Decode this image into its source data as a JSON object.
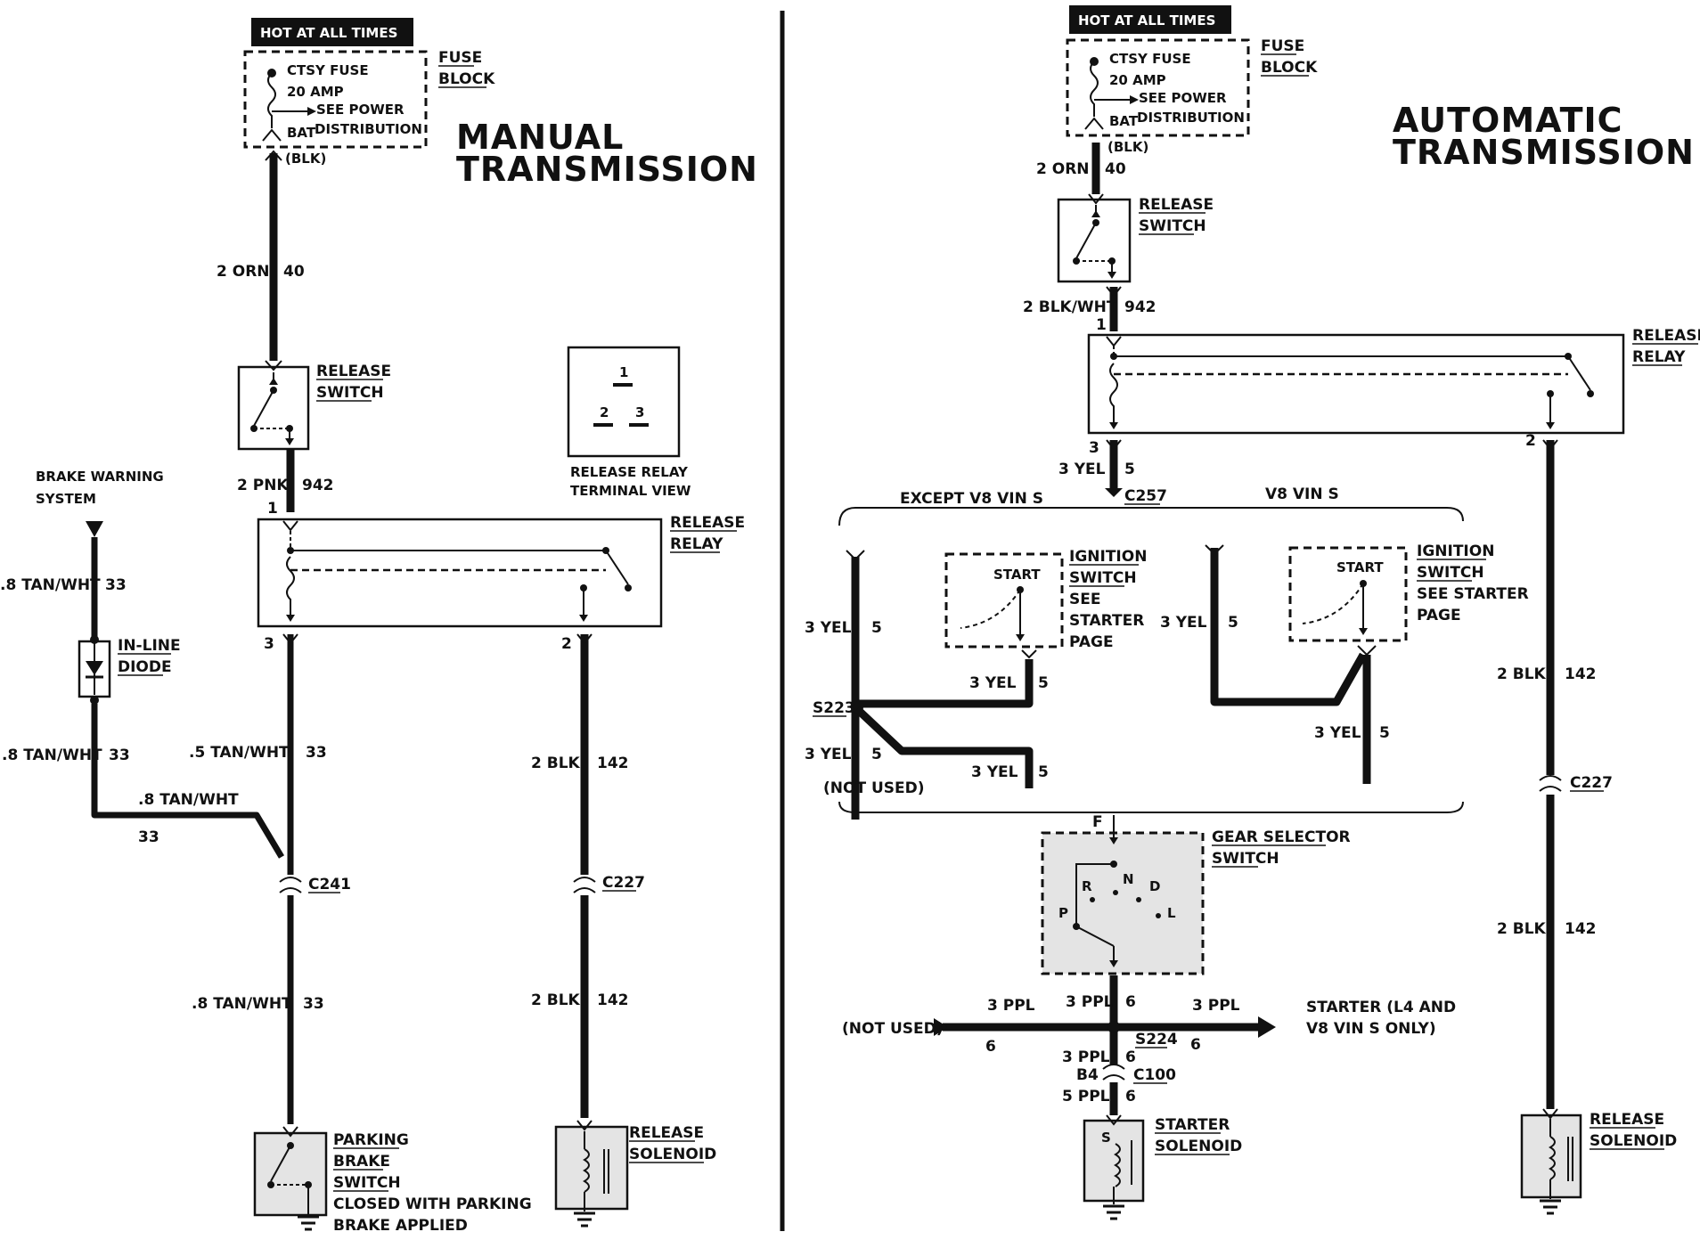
{
  "manual": {
    "title_line1": "MANUAL",
    "title_line2": "TRANSMISSION",
    "hot": "HOT AT ALL TIMES",
    "fuse_name": "CTSY FUSE",
    "fuse_amp": "20 AMP",
    "see_power": "SEE POWER",
    "bat": "BAT",
    "distribution": "DISTRIBUTION",
    "fuse_block_1": "FUSE",
    "fuse_block_2": "BLOCK",
    "blk": "(BLK)",
    "w1_color": "2 ORN",
    "w1_circuit": "40",
    "release_switch_1": "RELEASE",
    "release_switch_2": "SWITCH",
    "w2_color": "2 PNK",
    "w2_circuit": "942",
    "pin1": "1",
    "relay_1": "RELEASE",
    "relay_2": "RELAY",
    "pin3": "3",
    "pin2": "2",
    "tv_p1": "1",
    "tv_p2": "2",
    "tv_p3": "3",
    "tv_caption1": "RELEASE RELAY",
    "tv_caption2": "TERMINAL VIEW",
    "brake_warning_1": "BRAKE WARNING",
    "brake_warning_2": "SYSTEM",
    "bw_color_a": ".8 TAN/WHT",
    "bw_circuit_a": "33",
    "diode_1": "IN-LINE",
    "diode_2": "DIODE",
    "bw_color_b": ".8 TAN/WHT",
    "bw_circuit_b": "33",
    "bw_color_c": ".8 TAN/WHT",
    "bw_circuit_c": "33",
    "w3_color": ".5 TAN/WHT",
    "w3_circuit": "33",
    "c241": "C241",
    "w4_color": ".8 TAN/WHT",
    "w4_circuit": "33",
    "pbs_1": "PARKING",
    "pbs_2": "BRAKE",
    "pbs_3": "SWITCH",
    "pbs_4": "CLOSED WITH PARKING",
    "pbs_5": "BRAKE APPLIED",
    "w5_color": "2 BLK",
    "w5_circuit": "142",
    "c227": "C227",
    "w6_color": "2 BLK",
    "w6_circuit": "142",
    "solenoid_1": "RELEASE",
    "solenoid_2": "SOLENOID"
  },
  "automatic": {
    "title_line1": "AUTOMATIC",
    "title_line2": "TRANSMISSION",
    "hot": "HOT AT ALL TIMES",
    "fuse_name": "CTSY FUSE",
    "fuse_amp": "20 AMP",
    "see_power": "SEE POWER",
    "bat": "BAT",
    "distribution": "DISTRIBUTION",
    "fuse_block_1": "FUSE",
    "fuse_block_2": "BLOCK",
    "blk": "(BLK)",
    "w1_color": "2 ORN",
    "w1_circuit": "40",
    "release_switch_1": "RELEASE",
    "release_switch_2": "SWITCH",
    "w2_color": "2 BLK/WHT",
    "w2_circuit": "942",
    "pin1": "1",
    "relay_1": "RELEASE",
    "relay_2": "RELAY",
    "pin3": "3",
    "pin2": "2",
    "w3_color": "3 YEL",
    "w3_circuit": "5",
    "c257": "C257",
    "except_v8": "EXCEPT V8 VIN S",
    "v8": "V8 VIN S",
    "ign_left_start": "START",
    "ign_left_1": "IGNITION",
    "ign_left_2": "SWITCH",
    "ign_left_3": "SEE",
    "ign_left_4": "STARTER",
    "ign_left_5": "PAGE",
    "yel_a_color": "3 YEL",
    "yel_a_circuit": "5",
    "yel_b_color": "3 YEL",
    "yel_b_circuit": "5",
    "s223": "S223",
    "yel_c_color": "3 YEL",
    "yel_c_circuit": "5",
    "yel_d_color": "3 YEL",
    "yel_d_circuit": "5",
    "not_used_1": "(NOT USED)",
    "ign_right_start": "START",
    "ign_right_1": "IGNITION",
    "ign_right_2": "SWITCH",
    "ign_right_3": "SEE STARTER",
    "ign_right_4": "PAGE",
    "yel_e_color": "3 YEL",
    "yel_e_circuit": "5",
    "yel_f_color": "3 YEL",
    "yel_f_circuit": "5",
    "pin_f": "F",
    "gear_1": "GEAR SELECTOR",
    "gear_2": "SWITCH",
    "gear_n": "N",
    "gear_r": "R",
    "gear_d": "D",
    "gear_p": "P",
    "gear_l": "L",
    "ppl_a_color": "3 PPL",
    "ppl_b_color": "3 PPL",
    "ppl_b_circuit": "6",
    "ppl_c_color": "3 PPL",
    "not_used_2": "(NOT USED)",
    "ppl_left_circuit": "6",
    "s224": "S224",
    "ppl_right_circuit": "6",
    "starter_1": "STARTER (L4 AND",
    "starter_2": "V8 VIN S ONLY)",
    "ppl_d_color": "3 PPL",
    "ppl_d_circuit": "6",
    "b4": "B4",
    "c100": "C100",
    "ppl_e_color": "5 PPL",
    "ppl_e_circuit": "6",
    "s1": "S",
    "starter_sol_1": "STARTER",
    "starter_sol_2": "SOLENOID",
    "w5_color": "2 BLK",
    "w5_circuit": "142",
    "c227": "C227",
    "w6_color": "2 BLK",
    "w6_circuit": "142",
    "solenoid_1": "RELEASE",
    "solenoid_2": "SOLENOID"
  }
}
